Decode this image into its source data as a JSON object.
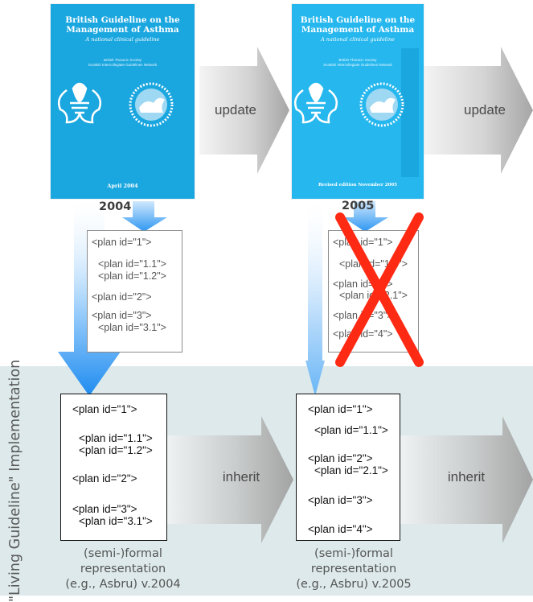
{
  "side_label": "\"Living Guideline\" Implementation",
  "guideline_2004": {
    "title_line1": "British Guideline on the",
    "title_line2": "Management of Asthma",
    "subtitle": "A national clinical guideline",
    "publisher_line1": "British Thoracic Society",
    "publisher_line2": "Scottish Intercollegiate Guidelines Network",
    "date": "April 2004",
    "year_label": "2004",
    "color": "#1aa6df"
  },
  "guideline_2005": {
    "title_line1": "British Guideline on the",
    "title_line2": "Management of Asthma",
    "subtitle": "A national clinical guideline",
    "publisher_line1": "British Thoracic Society",
    "publisher_line2": "Scottish Intercollegiate Guidelines Network",
    "date": "Revised edition November 2005",
    "year_label": "2005",
    "color": "#25b7ee"
  },
  "arrows": {
    "update_1": "update",
    "update_2": "update",
    "inherit_1": "inherit",
    "inherit_2": "inherit"
  },
  "extracted_2004": [
    "<plan id=\"1\">",
    "<plan id=\"1.1\">",
    "<plan id=\"1.2\">",
    "<plan id=\"2\">",
    "<plan id=\"3\">",
    "<plan id=\"3.1\">"
  ],
  "extracted_2005": [
    "<plan id=\"1\">",
    "<plan id=\"1.1\">",
    "<plan id=\"2\">",
    "<plan id=\"2.1\">",
    "<plan id=\"3\">",
    "<plan id=\"4\">"
  ],
  "formal_2004": [
    "<plan id=\"1\">",
    "<plan id=\"1.1\">",
    "<plan id=\"1.2\">",
    "<plan id=\"2\">",
    "<plan id=\"3\">",
    "<plan id=\"3.1\">"
  ],
  "formal_2005": [
    "<plan id=\"1\">",
    "<plan id=\"1.1\">",
    "<plan id=\"2\">",
    "<plan id=\"2.1\">",
    "<plan id=\"3\">",
    "<plan id=\"4\">"
  ],
  "caption_2004": {
    "line1": "(semi-)formal",
    "line2": "representation",
    "line3": "(e.g., Asbru) v.2004"
  },
  "caption_2005": {
    "line1": "(semi-)formal",
    "line2": "representation",
    "line3": "(e.g., Asbru) v.2005"
  },
  "colors": {
    "band": "#dde9ea",
    "blue_arrow": "#2e9bf0",
    "cross": "#ff2a14",
    "gray_arrow": "#a6a6a6"
  }
}
